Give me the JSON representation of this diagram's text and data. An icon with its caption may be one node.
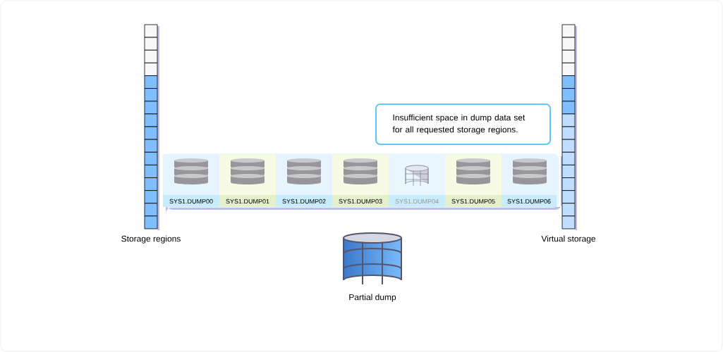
{
  "diagram": {
    "nodes": [
      {
        "text": [
          "Storage regions"
        ]
      },
      {
        "text": [
          "Insufficient space in dump data set for all requested storage regions."
        ]
      },
      {
        "text": [],
        "shape": "box"
      },
      {
        "text": [
          "SYS1.DUMP00"
        ],
        "in": 2
      },
      {
        "text": [
          "SYS1.DUMP01"
        ],
        "in": 2
      },
      {
        "text": [
          "SYS1.DUMP02"
        ],
        "in": 2
      },
      {
        "text": [
          "SYS1.DUMP03"
        ],
        "in": 2
      },
      {
        "text": [
          "SYS1.DUMP04"
        ],
        "in": 2
      },
      {
        "text": [
          "SYS1.DUMP05"
        ],
        "in": 2
      },
      {
        "text": [
          "SYS1.DUMP06"
        ],
        "in": 2
      },
      {
        "text": [
          "Virtual storage"
        ]
      },
      {
        "text": [
          "Partial dump"
        ]
      }
    ],
    "edges": []
  }
}
